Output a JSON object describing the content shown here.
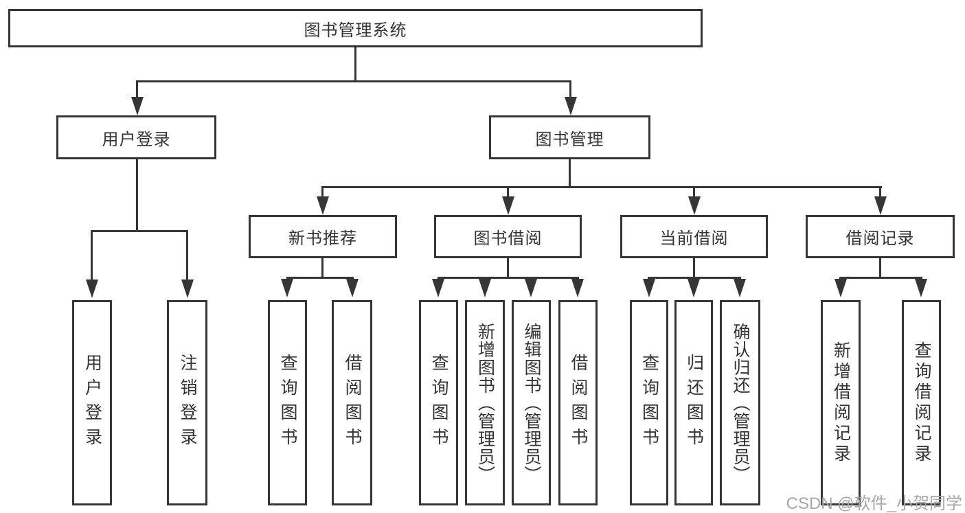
{
  "diagram": {
    "type": "hierarchy-tree",
    "title": "图书管理系统",
    "colors": {
      "line": "#363636",
      "border": "#363636",
      "text": "#333333",
      "background": "#ffffff",
      "watermark": "#a7a7a7"
    },
    "watermark": "CSDN @软件_小贺同学",
    "tree": {
      "label": "图书管理系统",
      "children": [
        {
          "label": "用户登录",
          "children": [
            {
              "label": "用户登录"
            },
            {
              "label": "注销登录"
            }
          ]
        },
        {
          "label": "图书管理",
          "children": [
            {
              "label": "新书推荐",
              "children": [
                {
                  "label": "查询图书"
                },
                {
                  "label": "借阅图书"
                }
              ]
            },
            {
              "label": "图书借阅",
              "children": [
                {
                  "label": "查询图书"
                },
                {
                  "label": "新增图书（管理员）"
                },
                {
                  "label": "编辑图书（管理员）"
                },
                {
                  "label": "借阅图书"
                }
              ]
            },
            {
              "label": "当前借阅",
              "children": [
                {
                  "label": "查询图书"
                },
                {
                  "label": "归还图书"
                },
                {
                  "label": "确认归还（管理员）"
                }
              ]
            },
            {
              "label": "借阅记录",
              "children": [
                {
                  "label": "新增借阅记录"
                },
                {
                  "label": "查询借阅记录"
                }
              ]
            }
          ]
        }
      ]
    }
  }
}
